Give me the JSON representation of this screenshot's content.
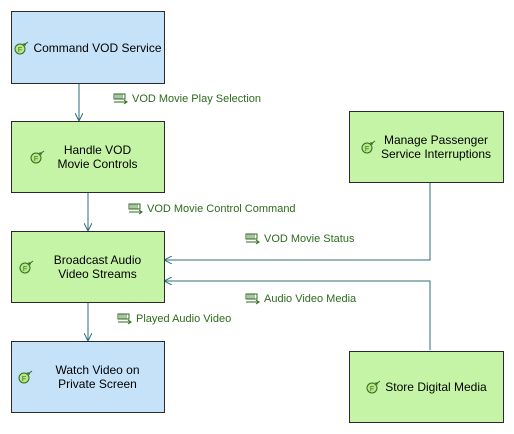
{
  "colors": {
    "function_blue": "#c6e2f9",
    "function_green": "#c5f4a7",
    "border": "#2a2a2a",
    "connector": "#2d6e7e",
    "flow_text": "#2e6b1e",
    "icon_fill": "#b8e986",
    "icon_stroke": "#2e6b1e"
  },
  "icons": {
    "function": "function-icon",
    "item_flow": "item-flow-icon"
  },
  "nodes": {
    "command_vod_service": {
      "label": "Command VOD Service",
      "color": "function_blue"
    },
    "handle_vod_movie_controls": {
      "label": "Handle VOD Movie Controls",
      "color": "function_green"
    },
    "broadcast_audio_video_streams": {
      "label": "Broadcast Audio Video Streams",
      "color": "function_green"
    },
    "watch_video_on_private_screen": {
      "label": "Watch Video on Private Screen",
      "color": "function_blue"
    },
    "manage_passenger_service_interruptions": {
      "label": "Manage Passenger Service Interruptions",
      "color": "function_green"
    },
    "store_digital_media": {
      "label": "Store Digital Media",
      "color": "function_green"
    }
  },
  "flows": {
    "vod_movie_play_selection": {
      "label": "VOD Movie Play Selection"
    },
    "vod_movie_control_command": {
      "label": "VOD Movie Control Command"
    },
    "vod_movie_status": {
      "label": "VOD Movie Status"
    },
    "audio_video_media": {
      "label": "Audio Video Media"
    },
    "played_audio_video": {
      "label": "Played Audio Video"
    }
  }
}
